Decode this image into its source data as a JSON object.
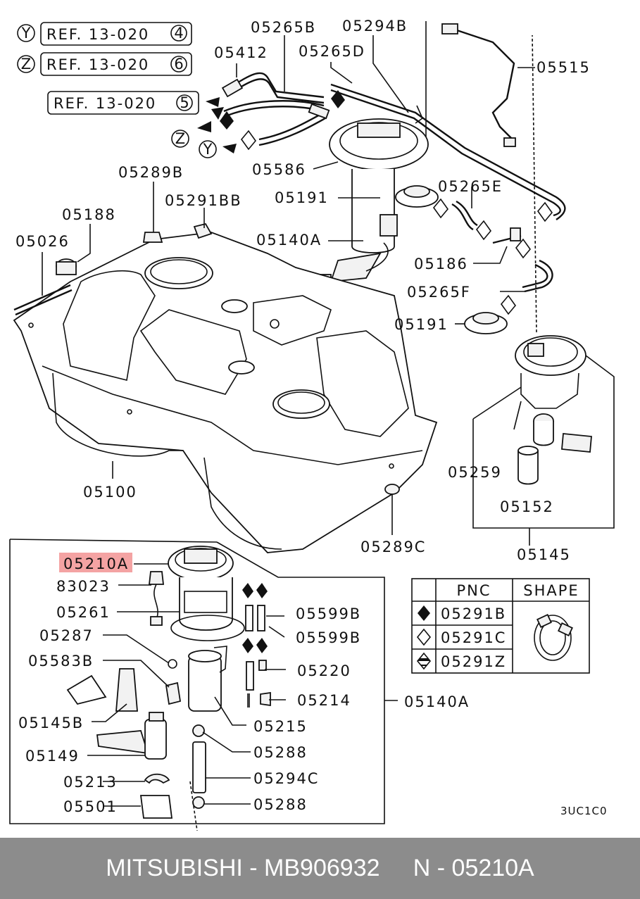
{
  "refs": {
    "y": {
      "letter": "Y",
      "text": "REF. 13-020",
      "num": "4"
    },
    "z": {
      "letter": "Z",
      "text": "REF. 13-020",
      "num": "6"
    },
    "five": {
      "text": "REF. 13-020",
      "num": "5"
    }
  },
  "arrow_letters": {
    "z": "Z",
    "y": "Y"
  },
  "labels": {
    "p05265B": "05265B",
    "p05294B": "05294B",
    "p05412": "05412",
    "p05265D": "05265D",
    "p05515": "05515",
    "p05289B": "05289B",
    "p05586": "05586",
    "p05191a": "05191",
    "p05265E": "05265E",
    "p05188": "05188",
    "p05291BB": "05291BB",
    "p05026": "05026",
    "p05140Atop": "05140A",
    "p05186": "05186",
    "p05265F": "05265F",
    "p05191b": "05191",
    "p05100": "05100",
    "p05259": "05259",
    "p05152": "05152",
    "p05289C": "05289C",
    "p05145": "05145",
    "p05210A": "05210A",
    "p83023": "83023",
    "p05261": "05261",
    "p05599Ba": "05599B",
    "p05599Bb": "05599B",
    "p05287": "05287",
    "p05583B": "05583B",
    "p05220": "05220",
    "p05214": "05214",
    "p05140Adetail": "05140A",
    "p05145B": "05145B",
    "p05215": "05215",
    "p05149": "05149",
    "p05288a": "05288",
    "p05213": "05213",
    "p05294C": "05294C",
    "p05501": "05501",
    "p05288b": "05288",
    "code": "3UC1C0"
  },
  "legend": {
    "header_pnc": "PNC",
    "header_shape": "SHAPE",
    "rows": [
      {
        "symbol": "filled-diamond",
        "pnc": "05291B"
      },
      {
        "symbol": "open-diamond",
        "pnc": "05291C"
      },
      {
        "symbol": "half-diamond",
        "pnc": "05291Z"
      }
    ]
  },
  "highlight_color": "#f4a3a3",
  "footer": {
    "text": "MITSUBISHI - MB906932     N - 05210A",
    "background": "#8c8c8c"
  }
}
